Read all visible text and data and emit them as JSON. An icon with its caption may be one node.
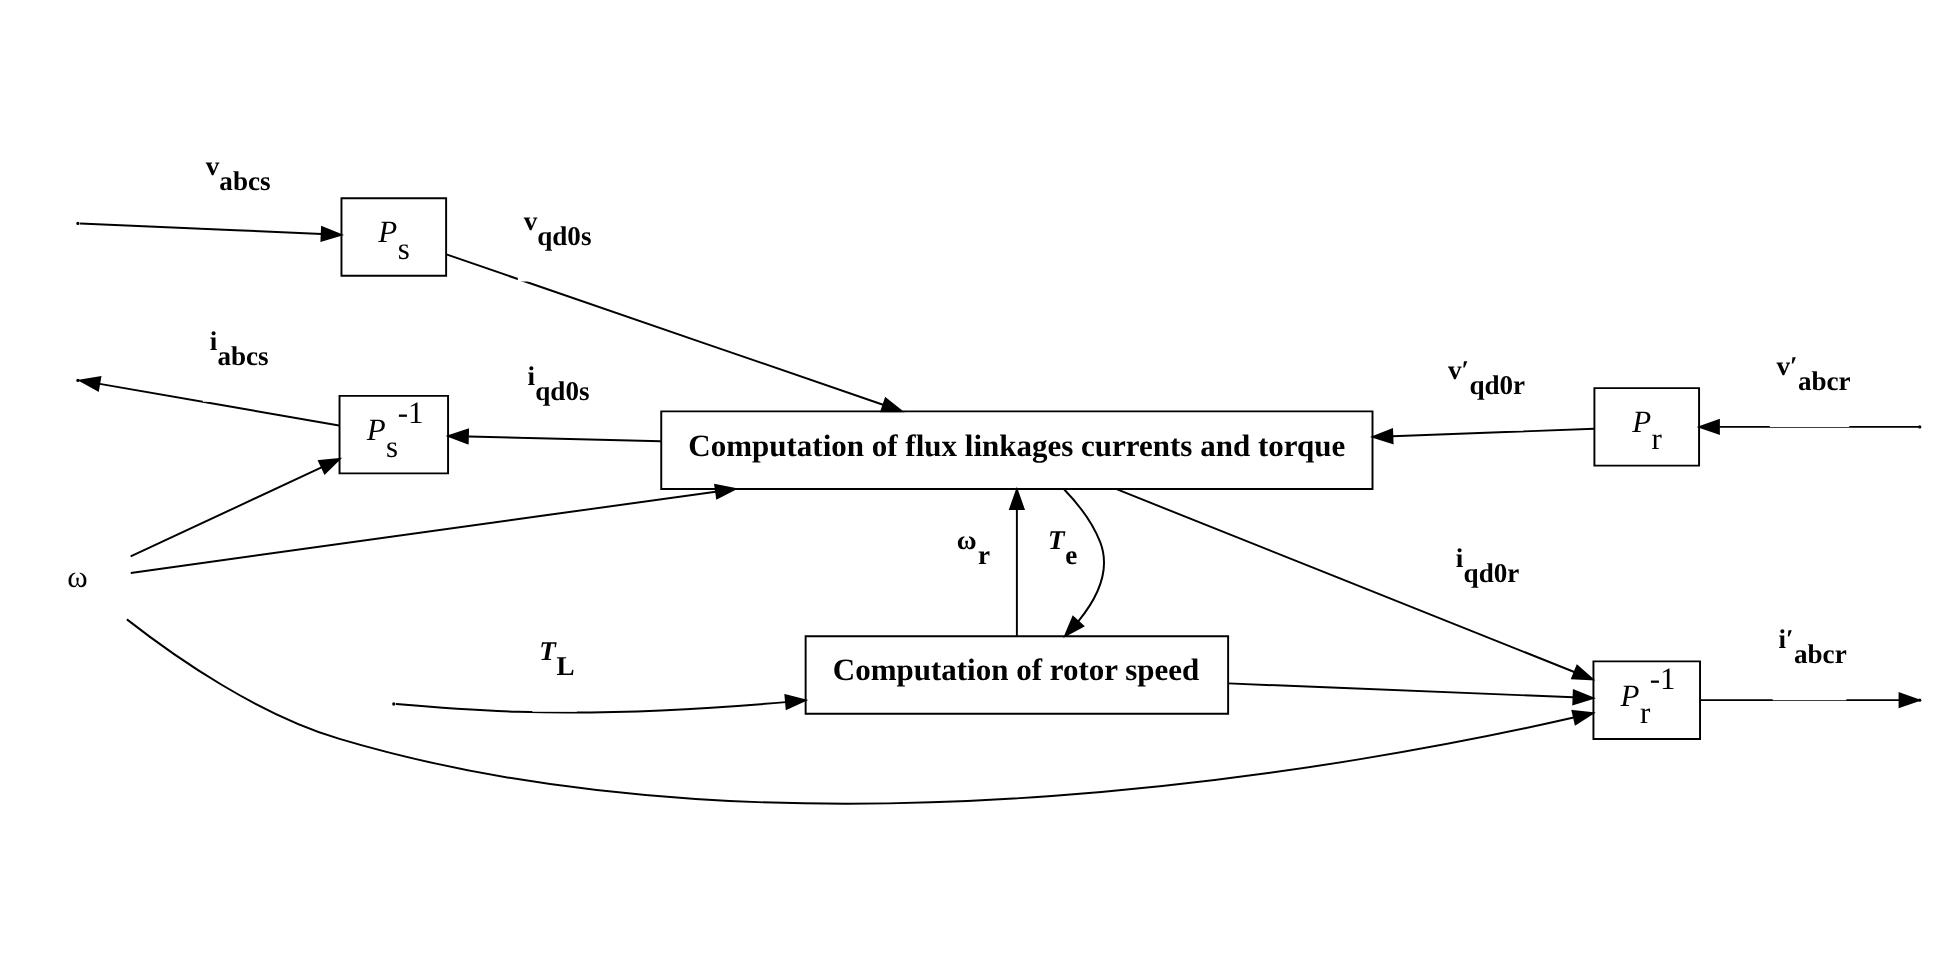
{
  "diagram": {
    "nodes": [
      {
        "text": [
          "*P*$_{s}$"
        ]
      },
      {
        "text": [
          "*P*$_{s}$$^{-1}$"
        ]
      },
      {
        "text": [
          "Computation of flux linkages currents and torque"
        ]
      },
      {
        "text": [
          "*P*$_{r}$"
        ]
      },
      {
        "text": [
          "*P*$_{r}$$^{-1}$"
        ]
      },
      {
        "text": [
          "Computation of rotor speed"
        ]
      },
      {
        "text": [
          "ω"
        ]
      }
    ],
    "edges": [
      {
        "from": null,
        "to": 0,
        "arrow": "to",
        "label": "v$_{abcs}$"
      },
      {
        "from": 1,
        "to": null,
        "arrow": "to",
        "label": "i$_{abcs}$"
      },
      {
        "from": 0,
        "to": 2,
        "arrow": "to",
        "label": "v$_{qd0s}$"
      },
      {
        "from": 2,
        "to": 1,
        "arrow": "to",
        "label": "i$_{qd0s}$"
      },
      {
        "from": 3,
        "to": 2,
        "arrow": "to",
        "label": "v′$_{qd0r}$"
      },
      {
        "from": null,
        "to": 3,
        "arrow": "to",
        "label": "v′$_{abcr}$"
      },
      {
        "from": 2,
        "to": 4,
        "arrow": "to",
        "label": "i$_{qd0r}$"
      },
      {
        "from": 4,
        "to": null,
        "arrow": "to",
        "label": "i′$_{abcr}$"
      },
      {
        "from": 2,
        "to": 5,
        "arrow": "to",
        "label": "*T*$_{e}$"
      },
      {
        "from": 5,
        "to": 2,
        "arrow": "to",
        "label": "ω$_{r}$"
      },
      {
        "from": 5,
        "to": 4,
        "arrow": "to"
      },
      {
        "from": null,
        "to": 5,
        "arrow": "to",
        "label": "*T*$_{L}$"
      },
      {
        "from": 6,
        "to": 1,
        "arrow": "to"
      },
      {
        "from": 6,
        "to": 2,
        "arrow": "to"
      },
      {
        "from": 6,
        "to": 4,
        "arrow": "to"
      }
    ]
  }
}
